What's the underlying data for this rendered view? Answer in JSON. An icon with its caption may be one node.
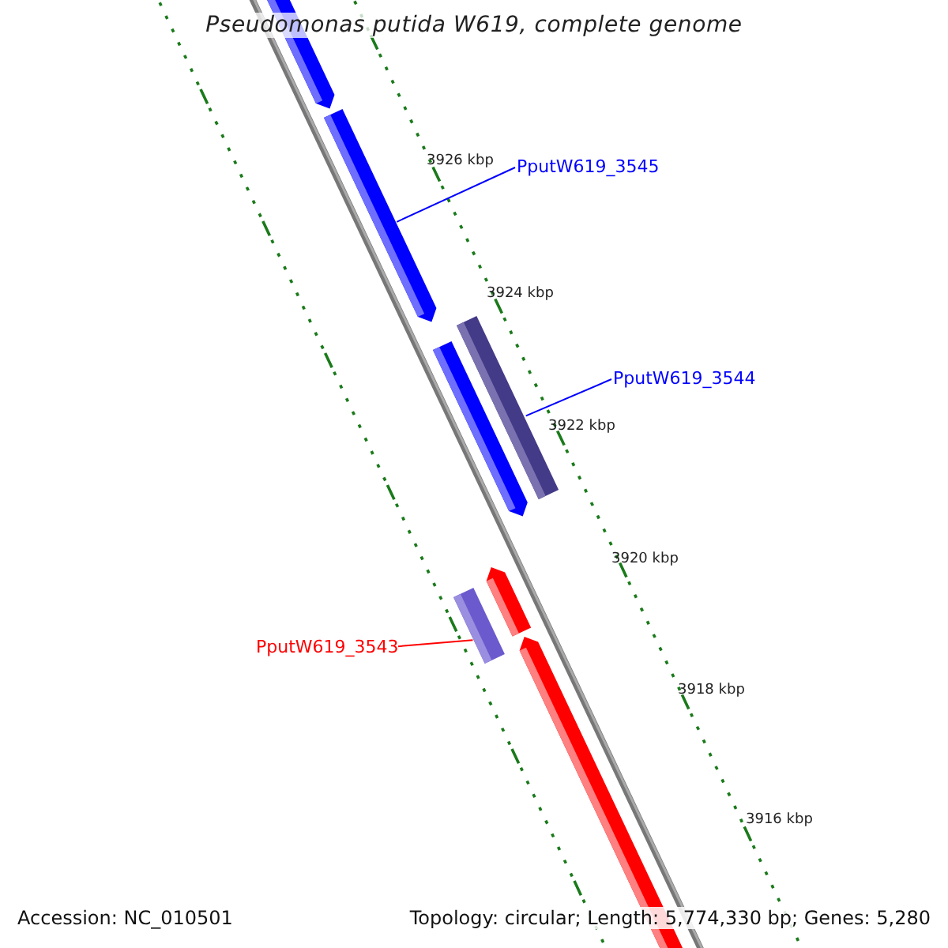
{
  "diagram": {
    "title": "Pseudomonas putida W619, complete genome",
    "nodes": [
      {
        "text": [],
        "shape": "bar"
      },
      {
        "text": [
          "PputW619_3545"
        ]
      },
      {
        "text": [],
        "shape": "bar"
      },
      {
        "text": [
          "PputW619_3544"
        ]
      },
      {
        "text": [],
        "shape": "box"
      },
      {
        "text": [],
        "shape": "bar"
      },
      {
        "text": [],
        "shape": "bar"
      },
      {
        "text": [],
        "shape": "box"
      },
      {
        "text": [
          "PputW619_3543"
        ]
      },
      {
        "text": [],
        "shape": "bar"
      }
    ],
    "edges": [
      {
        "from": 1,
        "to": 2,
        "arrow": "none"
      },
      {
        "from": 3,
        "to": 4,
        "arrow": "none"
      },
      {
        "from": 8,
        "to": 7,
        "arrow": "none",
        "color": "#ff0000"
      }
    ],
    "labels": [
      "3926 kbp",
      "3924 kbp",
      "3922 kbp",
      "3920 kbp",
      "3918 kbp",
      "3916 kbp",
      "Accession: NC_010501",
      "Topology: circular; Length: 5,774,330 bp; Genes: 5,280"
    ]
  }
}
